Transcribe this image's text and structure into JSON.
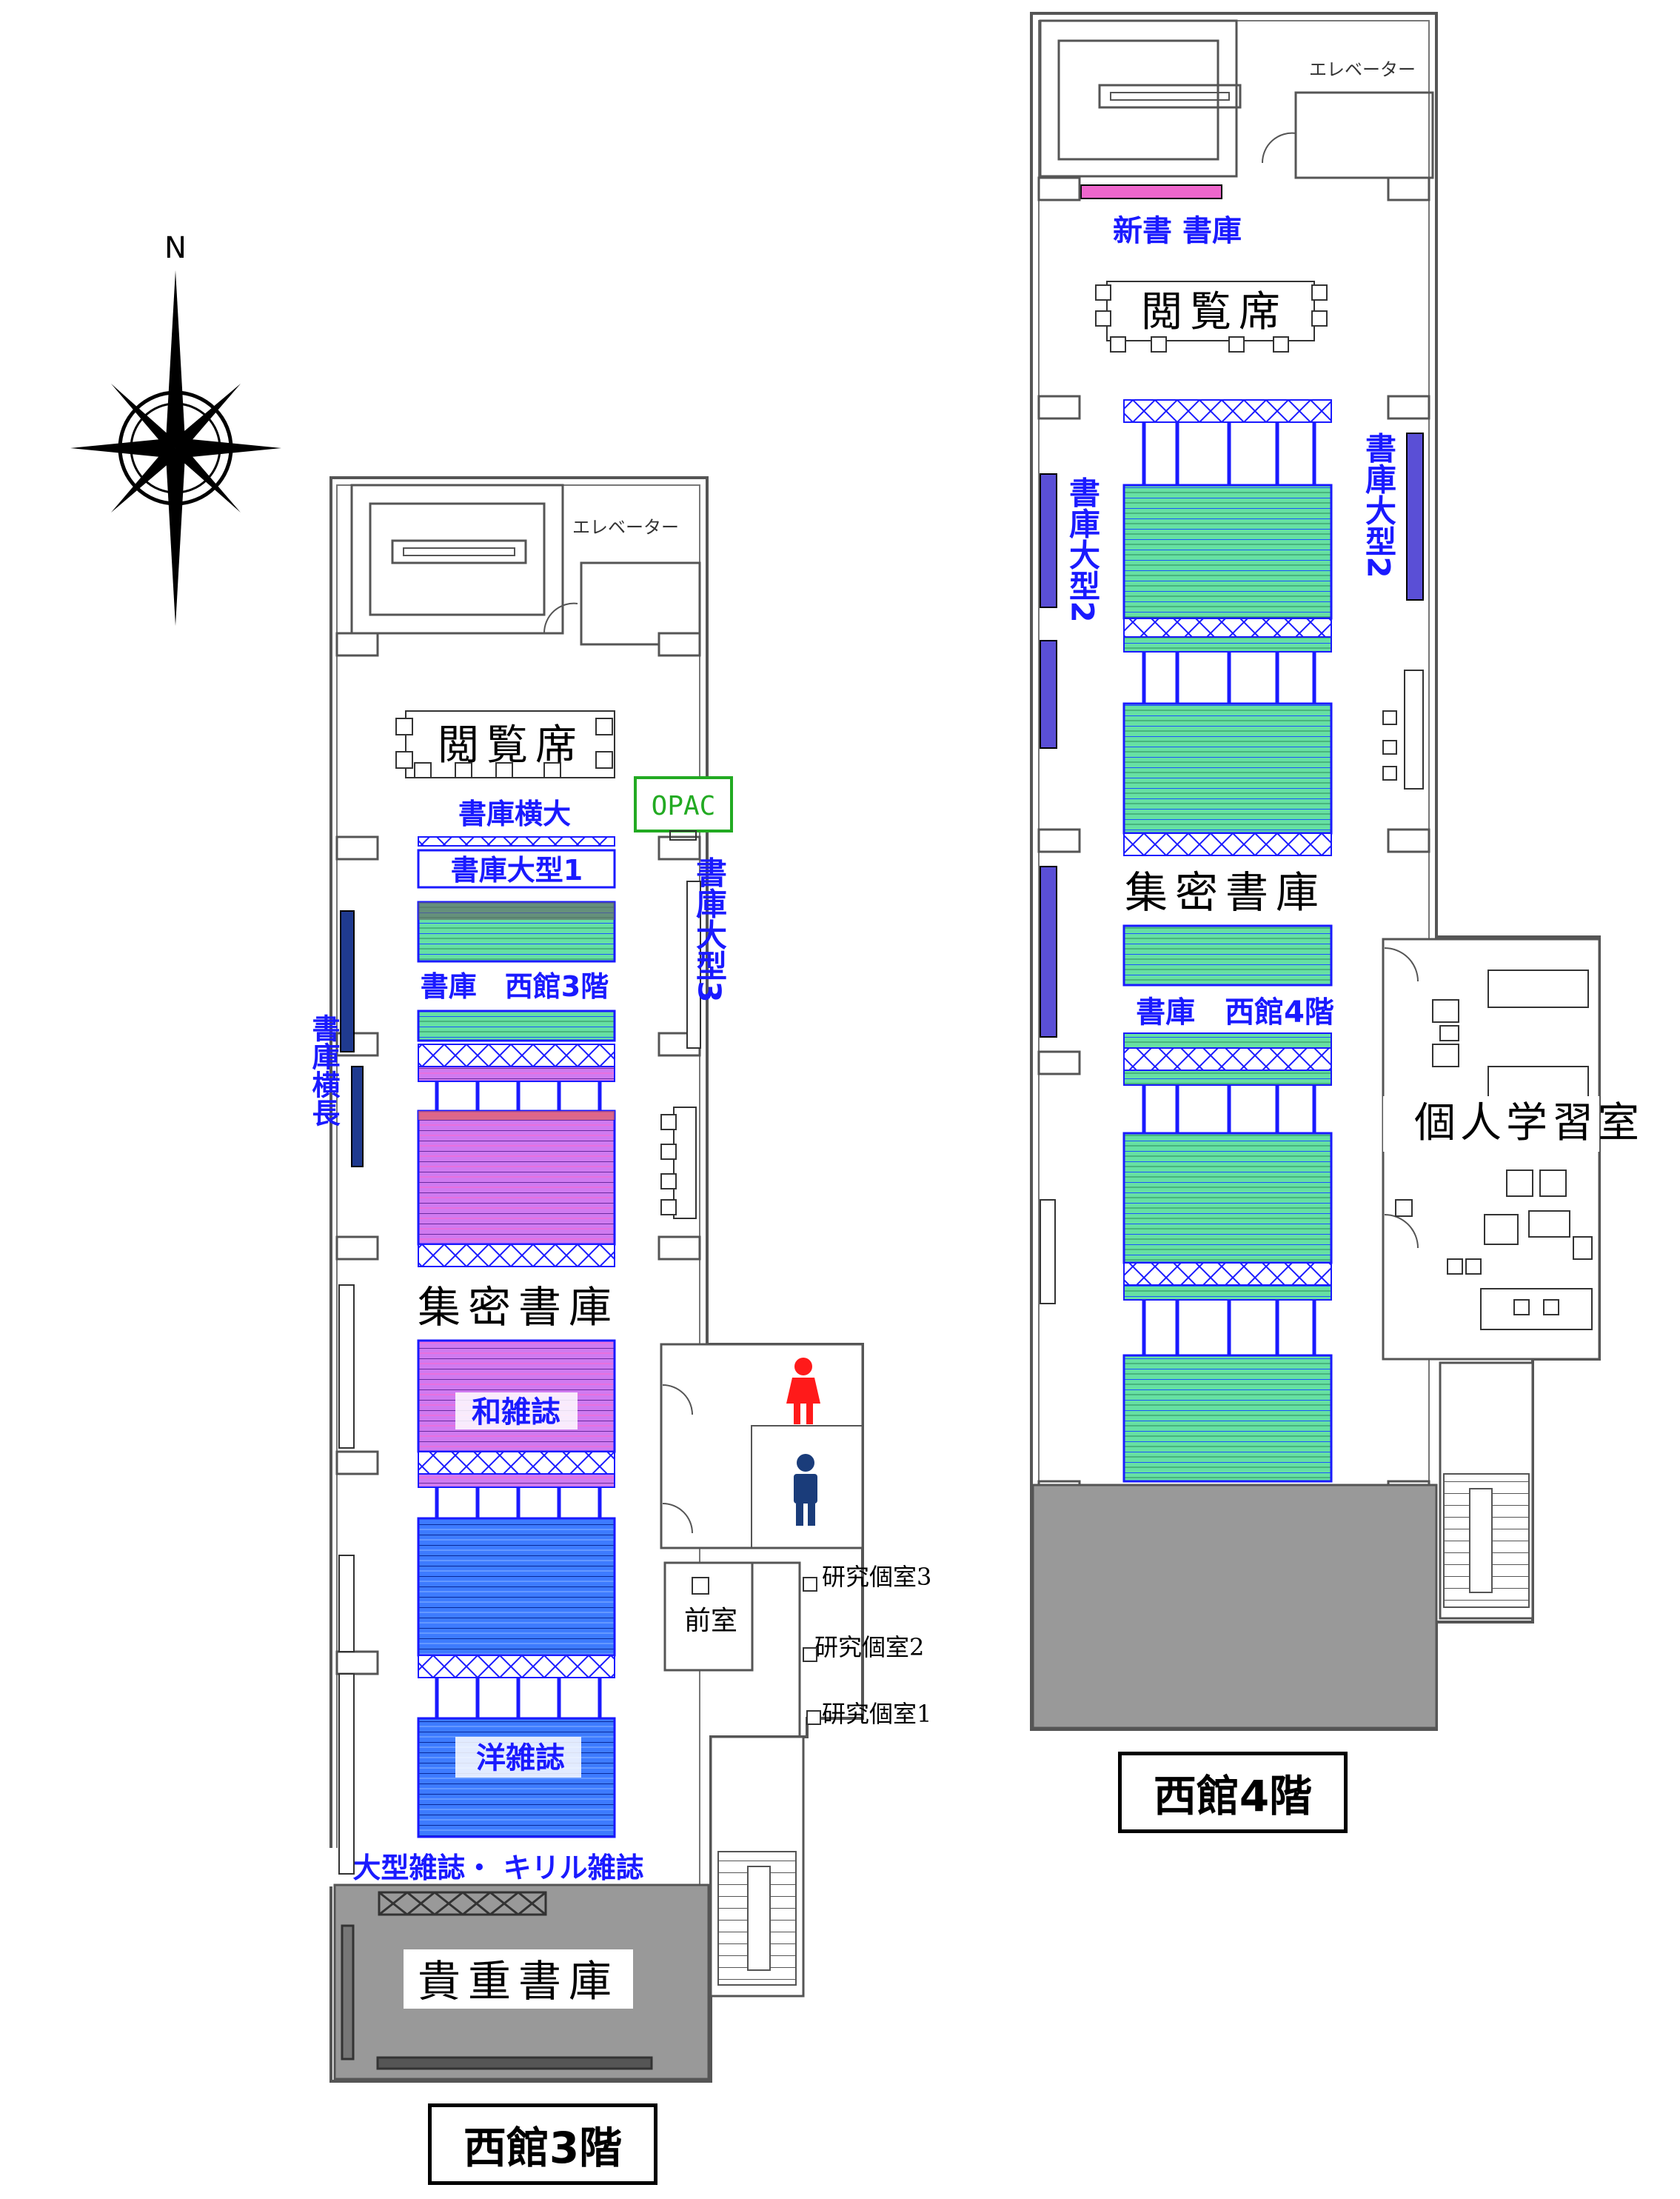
{
  "compass": {
    "north_label": "N"
  },
  "floor3": {
    "title": "西館3階",
    "elevator": "エレベーター",
    "reading_seats": "閲覧席",
    "opac": "OPAC",
    "stack_horizontal_large": "書庫横大",
    "stack_large_1": "書庫大型1",
    "stack_west3": "書庫　西館3階",
    "stack_horizontal_long": "書庫横長",
    "stack_large_3": "書庫大型3",
    "compact_stacks": "集密書庫",
    "japanese_journals": "和雑誌",
    "foreign_journals": "洋雑誌",
    "large_cyrillic_journals": "大型雑誌・ キリル雑誌",
    "rare_books": "貴重書庫",
    "anteroom": "前室",
    "study_room_1": "研究個室1",
    "study_room_2": "研究個室2",
    "study_room_3": "研究個室3",
    "restroom_female_icon": "female-restroom-icon",
    "restroom_male_icon": "male-restroom-icon"
  },
  "floor4": {
    "title": "西館4階",
    "elevator": "エレベーター",
    "new_books_stack": "新書 書庫",
    "reading_seats": "閲覧席",
    "stack_large_2_left": "書庫大型2",
    "stack_large_2_right": "書庫大型2",
    "compact_stacks": "集密書庫",
    "stack_west4": "書庫　西館4階",
    "individual_study": "個人学習室"
  },
  "colors": {
    "label_blue": "#1a1aff",
    "shelf_green": "#66e0a3",
    "shelf_magenta": "#cc66ff",
    "shelf_blue": "#3d7bff",
    "dark_shelf": "#1f3a8f",
    "purple_shelf": "#5a4fd6",
    "rare_gray": "#999999",
    "opac_green": "#22aa22",
    "female_red": "#ff1a1a",
    "male_navy": "#1a3c7a"
  }
}
